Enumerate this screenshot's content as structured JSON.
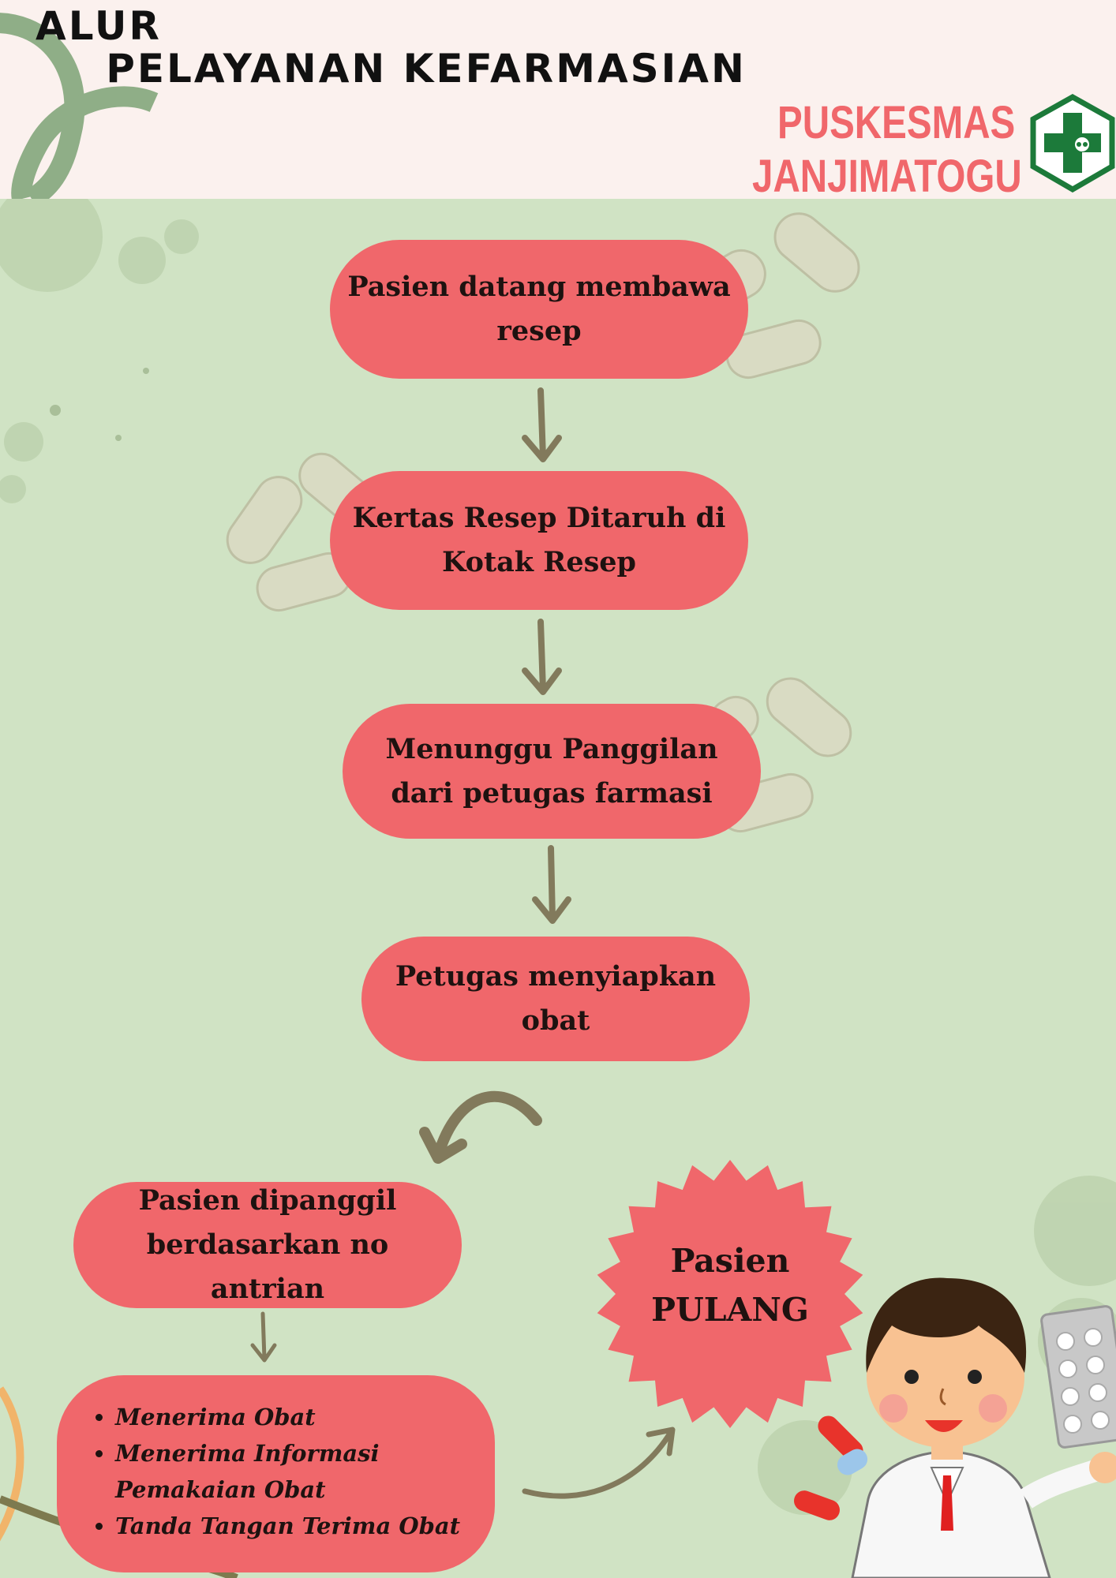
{
  "header": {
    "title_line1": "ALUR",
    "title_line2": "PELAYANAN KEFARMASIAN",
    "org_line1": "PUSKESMAS",
    "org_line2": "JANJIMATOGU",
    "logo_icon": "health-cross-logo-icon"
  },
  "flow": {
    "step1": "Pasien  datang membawa resep",
    "step2": "Kertas Resep Ditaruh di Kotak Resep",
    "step3": "Menunggu Panggilan dari petugas farmasi",
    "step4": "Petugas menyiapkan obat",
    "step5": "Pasien dipanggil berdasarkan no antrian",
    "step6_items": [
      "Menerima Obat",
      "Menerima Informasi Pemakaian Obat",
      "Tanda Tangan Terima Obat"
    ],
    "final_line1": "Pasien",
    "final_line2": "PULANG"
  },
  "colors": {
    "background": "#d0e3c4",
    "header_bg": "#fbf1ee",
    "node": "#f0676b",
    "arrow": "#827a5c",
    "accent_text": "#f0676b",
    "logo_green": "#1c7a3a"
  },
  "decorations": [
    "pill-capsule-icon",
    "doctor-illustration",
    "blister-pack-icon",
    "capsule-icon"
  ]
}
